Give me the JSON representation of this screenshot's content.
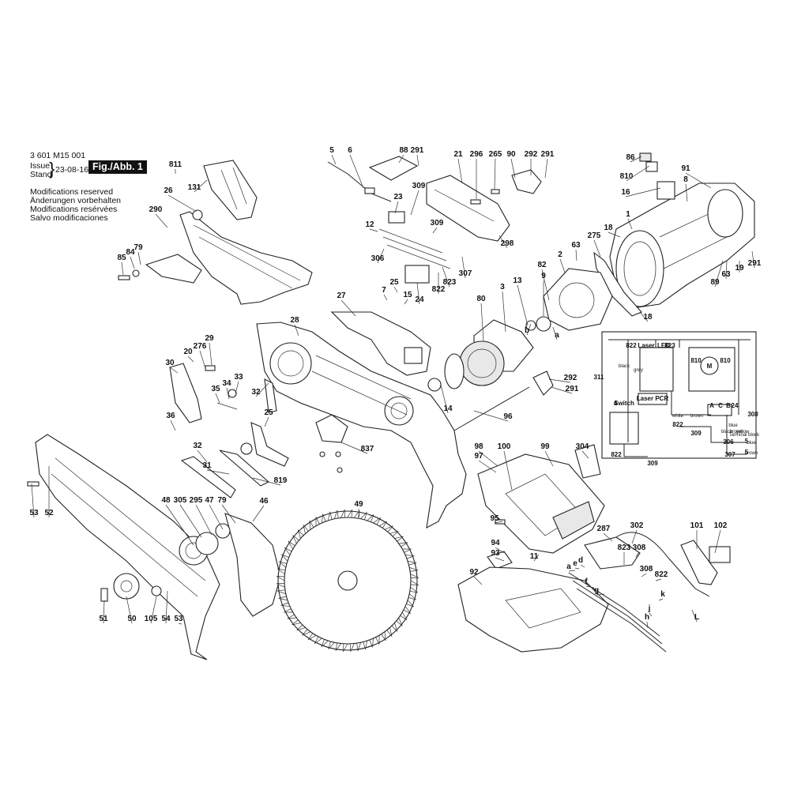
{
  "header": {
    "part_number": "3 601 M15 001",
    "issue_label": "Issue",
    "stand_label": "Stand",
    "date": "23-08-16",
    "fig_label": "Fig./Abb. 1",
    "modifications": [
      "Modifications reserved",
      "Änderungen vorbehalten",
      "Modifications resérvées",
      "Salvo modificaciones"
    ]
  },
  "callouts": [
    {
      "id": "811"
    },
    {
      "id": "131"
    },
    {
      "id": "26"
    },
    {
      "id": "290"
    },
    {
      "id": "79"
    },
    {
      "id": "84"
    },
    {
      "id": "85"
    },
    {
      "id": "5"
    },
    {
      "id": "6"
    },
    {
      "id": "88"
    },
    {
      "id": "291"
    },
    {
      "id": "21"
    },
    {
      "id": "296"
    },
    {
      "id": "265"
    },
    {
      "id": "90"
    },
    {
      "id": "292"
    },
    {
      "id": "291"
    },
    {
      "id": "86"
    },
    {
      "id": "810"
    },
    {
      "id": "16"
    },
    {
      "id": "91"
    },
    {
      "id": "8"
    },
    {
      "id": "1"
    },
    {
      "id": "309"
    },
    {
      "id": "23"
    },
    {
      "id": "12"
    },
    {
      "id": "309"
    },
    {
      "id": "306"
    },
    {
      "id": "823"
    },
    {
      "id": "822"
    },
    {
      "id": "307"
    },
    {
      "id": "24"
    },
    {
      "id": "298"
    },
    {
      "id": "275"
    },
    {
      "id": "18"
    },
    {
      "id": "63"
    },
    {
      "id": "82"
    },
    {
      "id": "2"
    },
    {
      "id": "89"
    },
    {
      "id": "63"
    },
    {
      "id": "19"
    },
    {
      "id": "291"
    },
    {
      "id": "18"
    },
    {
      "id": "7"
    },
    {
      "id": "25"
    },
    {
      "id": "15"
    },
    {
      "id": "3"
    },
    {
      "id": "13"
    },
    {
      "id": "9"
    },
    {
      "id": "80"
    },
    {
      "id": "27"
    },
    {
      "id": "28"
    },
    {
      "id": "29"
    },
    {
      "id": "276"
    },
    {
      "id": "20"
    },
    {
      "id": "30"
    },
    {
      "id": "33"
    },
    {
      "id": "34"
    },
    {
      "id": "35"
    },
    {
      "id": "32"
    },
    {
      "id": "25"
    },
    {
      "id": "36"
    },
    {
      "id": "14"
    },
    {
      "id": "292"
    },
    {
      "id": "291"
    },
    {
      "id": "96"
    },
    {
      "id": "837"
    },
    {
      "id": "32"
    },
    {
      "id": "31"
    },
    {
      "id": "819"
    },
    {
      "id": "53"
    },
    {
      "id": "52"
    },
    {
      "id": "48"
    },
    {
      "id": "305"
    },
    {
      "id": "295"
    },
    {
      "id": "47"
    },
    {
      "id": "79"
    },
    {
      "id": "46"
    },
    {
      "id": "49"
    },
    {
      "id": "51"
    },
    {
      "id": "50"
    },
    {
      "id": "105"
    },
    {
      "id": "54"
    },
    {
      "id": "53"
    },
    {
      "id": "98"
    },
    {
      "id": "97"
    },
    {
      "id": "100"
    },
    {
      "id": "99"
    },
    {
      "id": "304"
    },
    {
      "id": "95"
    },
    {
      "id": "94"
    },
    {
      "id": "93"
    },
    {
      "id": "11"
    },
    {
      "id": "92"
    },
    {
      "id": "287"
    },
    {
      "id": "302"
    },
    {
      "id": "101"
    },
    {
      "id": "102"
    },
    {
      "id": "823"
    },
    {
      "id": "308"
    },
    {
      "id": "308"
    },
    {
      "id": "822"
    },
    {
      "id": "a"
    },
    {
      "id": "b"
    },
    {
      "id": "a"
    },
    {
      "id": "e"
    },
    {
      "id": "d"
    },
    {
      "id": "f"
    },
    {
      "id": "g"
    },
    {
      "id": "h"
    },
    {
      "id": "j"
    },
    {
      "id": "k"
    },
    {
      "id": "L"
    }
  ],
  "schematic": {
    "labels": [
      "822",
      "823",
      "Laser",
      "LED",
      "810",
      "M",
      "810",
      "311",
      "Laser PCR",
      "4",
      "Switch",
      "A",
      "C",
      "B",
      "24",
      "308",
      "822",
      "309",
      "306",
      "307",
      "5",
      "5",
      "822",
      "309"
    ],
    "wire_colors": [
      "black",
      "grey",
      "white",
      "brown",
      "blue",
      "black",
      "brown",
      "yellow",
      "Terminal block",
      "blue",
      "brown"
    ]
  }
}
